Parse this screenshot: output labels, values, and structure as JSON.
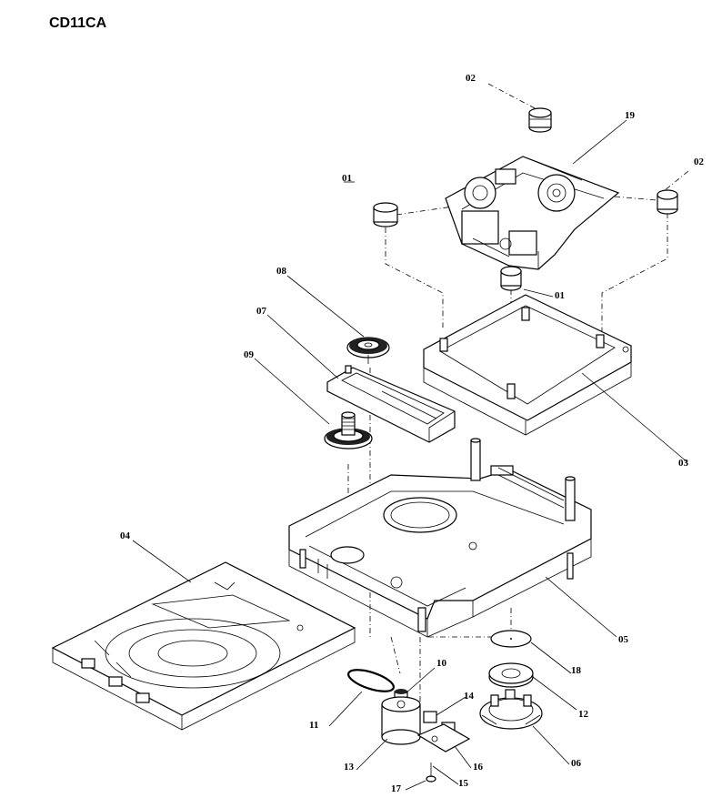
{
  "title": "CD11CA",
  "callouts": [
    {
      "id": "c02a",
      "text": "02"
    },
    {
      "id": "c19",
      "text": "19"
    },
    {
      "id": "c02b",
      "text": "02"
    },
    {
      "id": "c01a",
      "text": "01"
    },
    {
      "id": "c01b",
      "text": "01"
    },
    {
      "id": "c08",
      "text": "08"
    },
    {
      "id": "c07",
      "text": "07"
    },
    {
      "id": "c09",
      "text": "09"
    },
    {
      "id": "c03a",
      "text": "03"
    },
    {
      "id": "c04",
      "text": "04"
    },
    {
      "id": "c05",
      "text": "05"
    },
    {
      "id": "c10",
      "text": "10"
    },
    {
      "id": "c18",
      "text": "18"
    },
    {
      "id": "c12",
      "text": "12"
    },
    {
      "id": "c11",
      "text": "11"
    },
    {
      "id": "c14",
      "text": "14"
    },
    {
      "id": "c13",
      "text": "13"
    },
    {
      "id": "c16",
      "text": "16"
    },
    {
      "id": "c06",
      "text": "06"
    },
    {
      "id": "c17",
      "text": "17"
    },
    {
      "id": "c15",
      "text": "15"
    }
  ]
}
